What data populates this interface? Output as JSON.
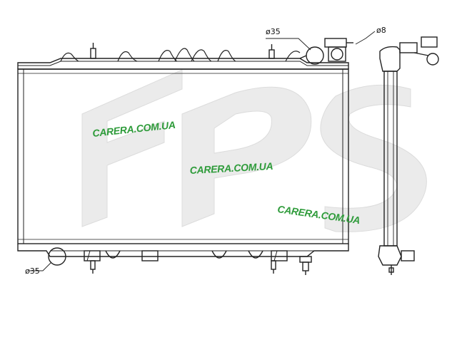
{
  "labels": {
    "inlet_diameter": "ø35",
    "cap_diameter": "ø8",
    "outlet_diameter": "ø35"
  },
  "watermarks": [
    "CARERA.COM.UA",
    "CARERA.COM.UA",
    "CARERA.COM.UA"
  ],
  "colors": {
    "line": "#222222",
    "logo": "#e9e9e9",
    "watermark": "#2e9b3a"
  }
}
